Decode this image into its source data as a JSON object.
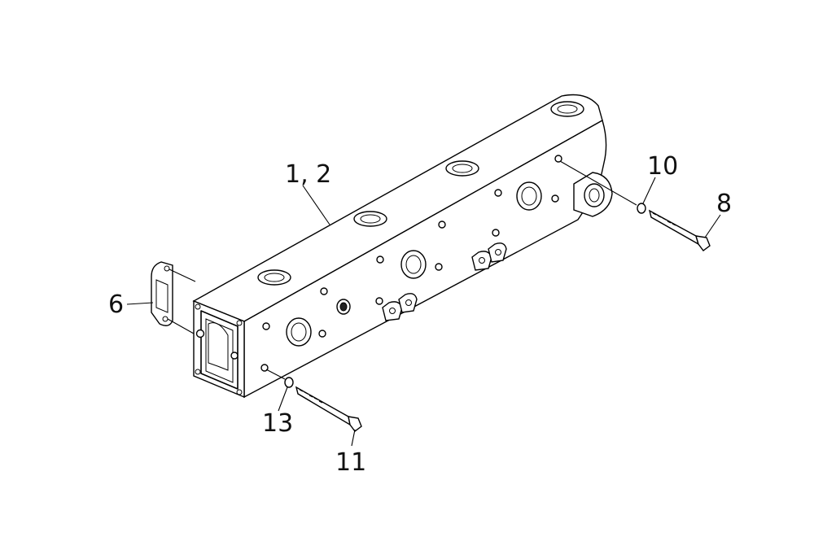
{
  "callouts": {
    "manifold": "1, 2",
    "gasket": "6",
    "bolt_long": "8",
    "washer_right": "10",
    "bolt_short": "11",
    "washer_left": "13"
  }
}
